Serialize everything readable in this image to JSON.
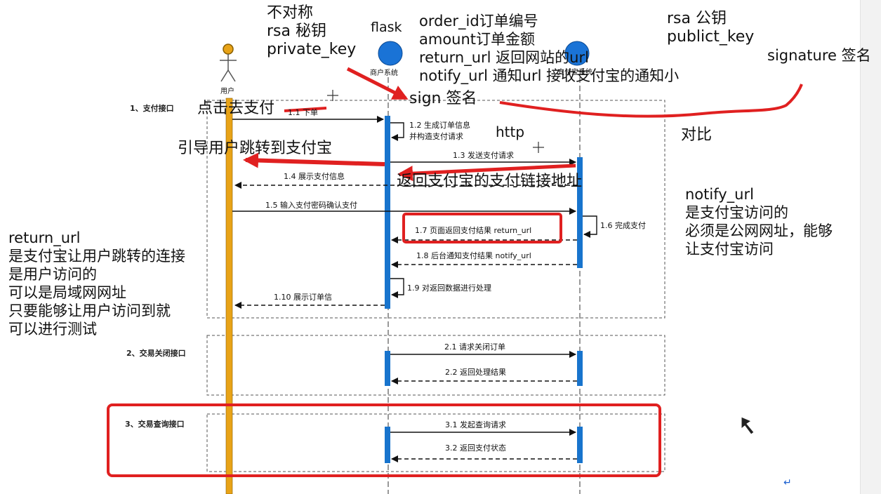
{
  "actors": {
    "user_label": "用户",
    "merchant_label": "商户系统",
    "merchant_top_label": "flask",
    "alipay_label": "支付宝系统"
  },
  "sections": [
    {
      "label": "1、支付接口"
    },
    {
      "label": "2、交易关闭接口"
    },
    {
      "label": "3、交易查询接口"
    }
  ],
  "messages": {
    "m1_1": "1.1 下单",
    "m1_2_a": "1.2 生成订单信息",
    "m1_2_b": "并构造支付请求",
    "m1_3": "1.3 发送支付请求",
    "m1_4": "1.4 展示支付信息",
    "m1_5": "1.5 输入支付密码确认支付",
    "m1_6": "1.6 完成支付",
    "m1_7": "1.7 页面返回支付结果 return_url",
    "m1_8": "1.8 后台通知支付结果 notify_url",
    "m1_9": "1.9 对返回数据进行处理",
    "m1_10": "1.10  展示订单信",
    "m2_1": "2.1 请求关闭订单",
    "m2_2": "2.2 返回处理结果",
    "m3_1": "3.1 发起查询请求",
    "m3_2": "3.2 返回支付状态"
  },
  "annotations": {
    "private_key": [
      "不对称",
      "rsa 秘钥",
      "private_key"
    ],
    "params": [
      "order_id订单编号",
      "amount订单金额",
      "return_url 返回网站的url",
      "notify_url 通知url 接收支付宝的通知小"
    ],
    "sign": "sign 签名",
    "public_key": [
      "rsa 公钥",
      "publict_key"
    ],
    "signature": "signature 签名",
    "compare": "对比",
    "click_pay": "点击去支付",
    "http": "http",
    "redirect": "引导用户跳转到支付宝",
    "return_link": "返回支付宝的支付链接地址",
    "notify_note": [
      "notify_url",
      "是支付宝访问的",
      "必须是公网网址，能够",
      "让支付宝访问"
    ],
    "return_note": [
      "return_url",
      "是支付宝让用户跳转的连接",
      "是用户访问的",
      "可以是局域网网址",
      "只要能够让用户访问到就",
      "可以进行测试"
    ]
  },
  "colors": {
    "user_lifeline": "#e8a317",
    "merchant_lifeline": "#1874cd",
    "actor_circle": "#1a73d6",
    "highlight_red": "#e02020",
    "dashed_box": "#555555"
  },
  "icons": [
    "stick-figure-icon",
    "crosshair-icon",
    "cursor-icon",
    "return-arrow-icon"
  ]
}
